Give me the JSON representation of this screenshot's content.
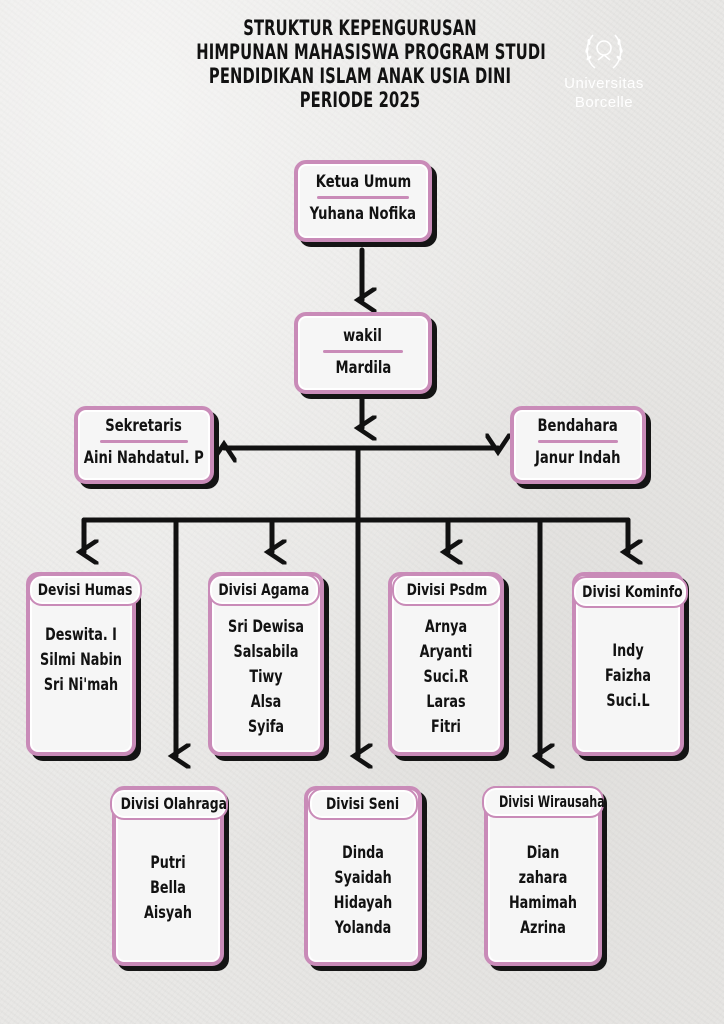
{
  "header": {
    "lines": [
      "STRUKTUR KEPENGURUSAN",
      "HIMPUNAN MAHASISWA PROGRAM STUDI",
      "PENDIDIKAN ISLAM ANAK USIA DINI",
      "PERIODE 2025"
    ]
  },
  "logo": {
    "line1": "Universitas",
    "line2": "Borcelle"
  },
  "ketua": {
    "role": "Ketua Umum",
    "name": "Yuhana Nofika"
  },
  "wakil": {
    "role": "wakil",
    "name": "Mardila"
  },
  "sekretaris": {
    "role": "Sekretaris",
    "name": "Aini Nahdatul. P"
  },
  "bendahara": {
    "role": "Bendahara",
    "name": "Janur Indah"
  },
  "divisions": [
    {
      "title": "Devisi Humas",
      "members": [
        "Deswita. I",
        "Silmi Nabin",
        "Sri Ni'mah"
      ]
    },
    {
      "title": "Divisi Agama",
      "members": [
        "Sri Dewisa",
        "Salsabila",
        "Tiwy",
        "Alsa",
        "Syifa"
      ]
    },
    {
      "title": "Divisi Psdm",
      "members": [
        "Arnya",
        "Aryanti",
        "Suci.R",
        "Laras",
        "Fitri"
      ]
    },
    {
      "title": "Divisi Kominfo",
      "members": [
        "Indy",
        "Faizha",
        "Suci.L"
      ]
    },
    {
      "title": "Divisi Olahraga",
      "members": [
        "Putri",
        "Bella",
        "Aisyah"
      ]
    },
    {
      "title": "Divisi Seni",
      "members": [
        "Dinda",
        "Syaidah",
        "Hidayah",
        "Yolanda"
      ]
    },
    {
      "title": "Divisi Wirausaha",
      "members": [
        "Dian",
        "zahara",
        "Hamimah",
        "Azrina"
      ]
    }
  ],
  "colors": {
    "accent": "#c98bb8",
    "ink": "#121212",
    "paper": "#e9e8e6"
  }
}
